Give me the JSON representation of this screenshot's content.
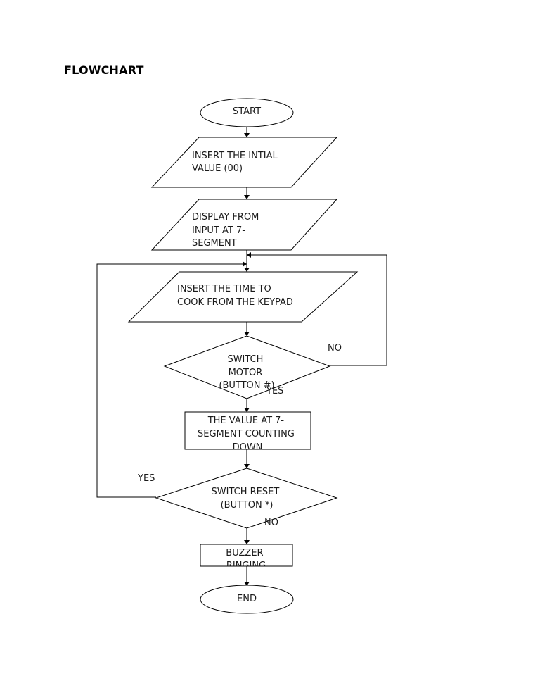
{
  "heading": "FLOWCHART",
  "nodes": {
    "start": {
      "lines": [
        "START"
      ]
    },
    "insert_initial": {
      "lines": [
        "INSERT THE INTIAL",
        "VALUE (00)"
      ]
    },
    "display_input": {
      "lines": [
        "DISPLAY FROM",
        "INPUT AT 7-",
        "SEGMENT"
      ]
    },
    "insert_time": {
      "lines": [
        "INSERT THE TIME TO",
        "COOK FROM THE KEYPAD"
      ]
    },
    "switch_motor": {
      "lines": [
        "SWITCH",
        "MOTOR",
        "(BUTTON #)"
      ]
    },
    "countdown": {
      "lines": [
        "THE VALUE AT 7-",
        "SEGMENT COUNTING",
        "DOWN"
      ]
    },
    "switch_reset": {
      "lines": [
        "SWITCH RESET",
        "(BUTTON *)"
      ]
    },
    "buzzer": {
      "lines": [
        "BUZZER",
        "RINGING"
      ]
    },
    "end": {
      "lines": [
        "END"
      ]
    }
  },
  "edge_labels": {
    "motor_no": "NO",
    "motor_yes": "YES",
    "reset_yes": "YES",
    "reset_no": "NO"
  }
}
